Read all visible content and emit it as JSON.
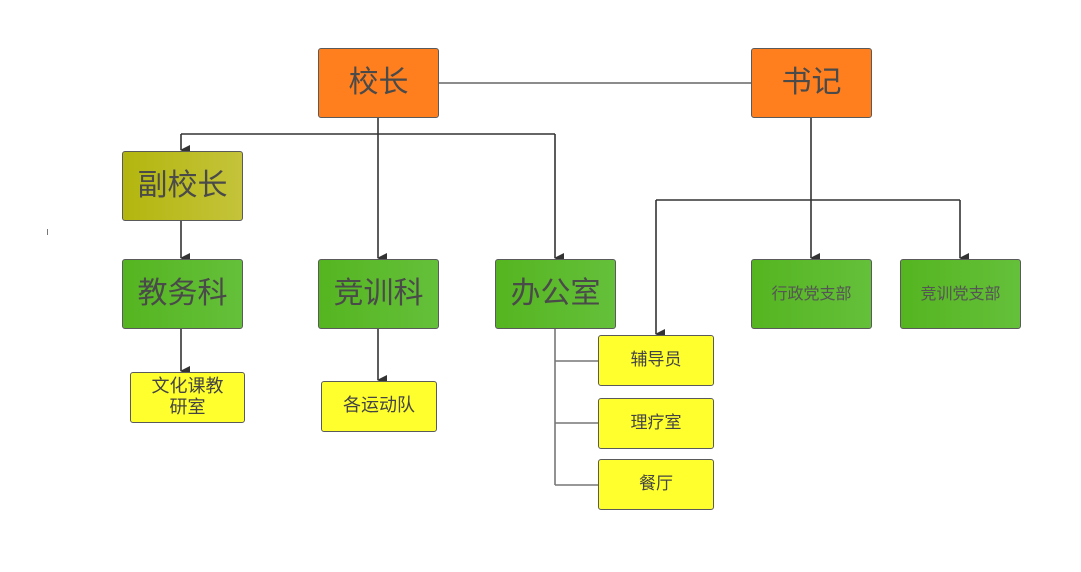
{
  "nodes": {
    "principal": "校长",
    "secretary": "书记",
    "vice_principal": "副校长",
    "academic_affairs": "教务科",
    "competition_training": "竞训科",
    "office": "办公室",
    "admin_party_branch": "行政党支部",
    "training_party_branch": "竞训党支部",
    "culture_course_research": "文化课教研室",
    "sports_teams": "各运动队",
    "counselors": "辅导员",
    "therapy_room": "理疗室",
    "dining_hall": "餐厅"
  },
  "colors": {
    "top_level": "#ff7f1e",
    "vice": "#b3b60e",
    "department": "#55b520",
    "sub_unit": "#ffff2e",
    "connector": "#333333"
  }
}
